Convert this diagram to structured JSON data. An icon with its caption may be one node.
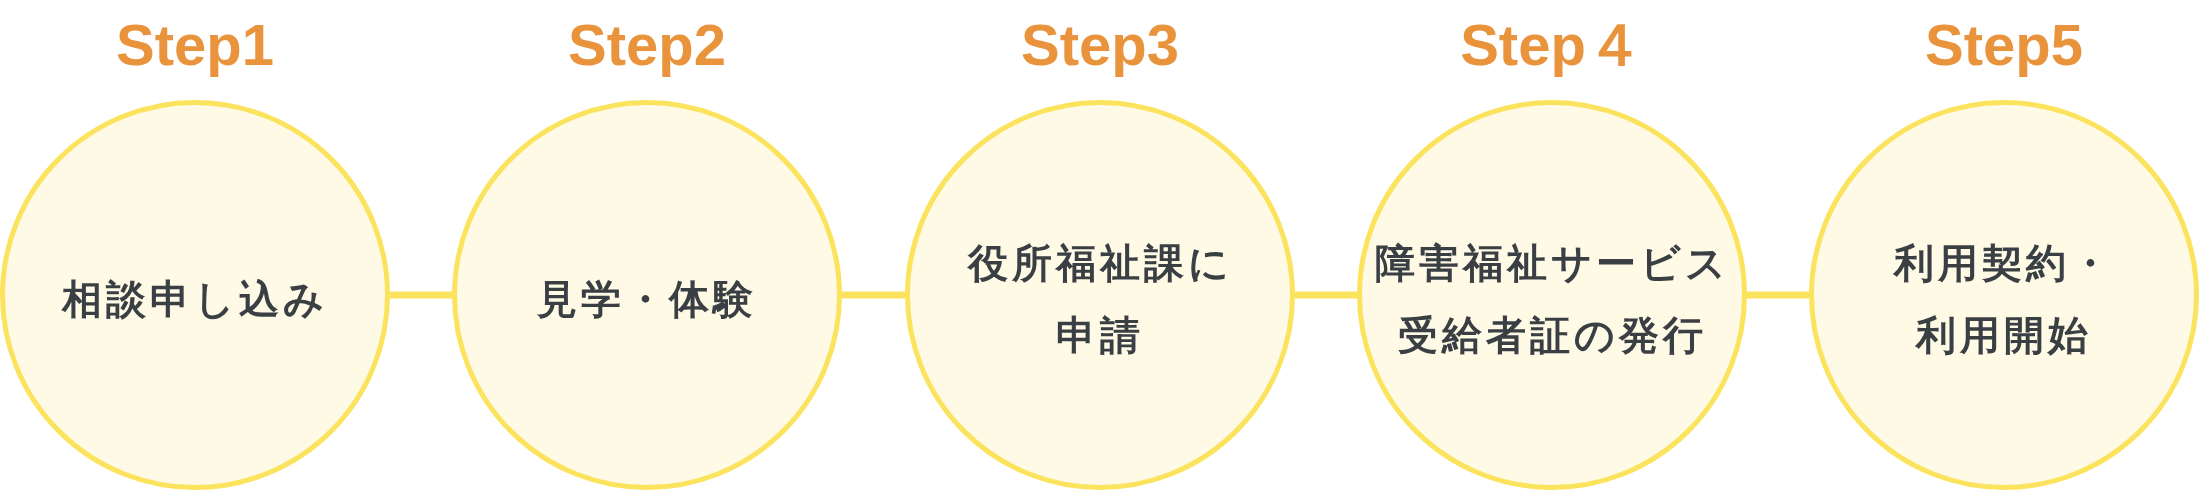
{
  "diagram": {
    "nodes": [
      {
        "text": [
          "Step1",
          "相談申し込み"
        ]
      },
      {
        "text": [
          "Step2",
          "見学・体験"
        ]
      },
      {
        "text": [
          "Step3",
          "役所福祉課に申請"
        ]
      },
      {
        "text": [
          "Step４",
          "障害福祉サービス受給者証の発行"
        ]
      },
      {
        "text": [
          "Step5",
          "利用契約・利用開始"
        ]
      }
    ],
    "edges": [
      {
        "from": 0,
        "to": 1,
        "arrow": "none"
      },
      {
        "from": 1,
        "to": 2,
        "arrow": "none"
      },
      {
        "from": 2,
        "to": 3,
        "arrow": "none"
      },
      {
        "from": 3,
        "to": 4,
        "arrow": "none"
      }
    ]
  }
}
